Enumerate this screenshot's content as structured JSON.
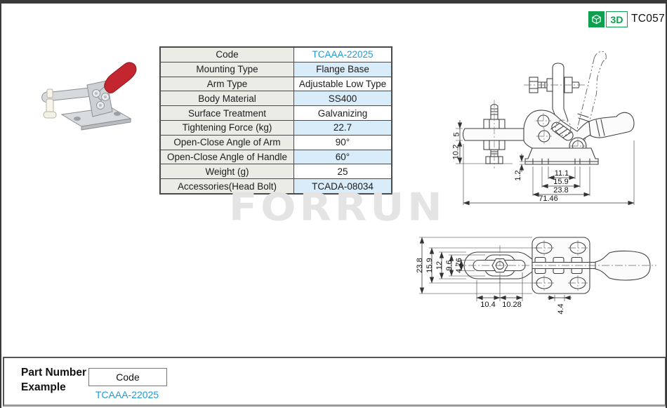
{
  "header": {
    "model": "TC057",
    "badge_3d": "3D"
  },
  "watermark": "FORRUN",
  "spec_table": {
    "rows": [
      {
        "label": "Code",
        "value": "TCAAA-22025",
        "blue": true
      },
      {
        "label": "Mounting Type",
        "value": "Flange Base"
      },
      {
        "label": "Arm Type",
        "value": "Adjustable Low Type"
      },
      {
        "label": "Body Material",
        "value": "SS400"
      },
      {
        "label": "Surface Treatment",
        "value": "Galvanizing"
      },
      {
        "label": "Tightening Force (kg)",
        "value": "22.7"
      },
      {
        "label": "Open-Close Angle of Arm",
        "value": "90°"
      },
      {
        "label": "Open-Close  Angle of Handle",
        "value": "60°"
      },
      {
        "label": "Weight (g)",
        "value": "25"
      },
      {
        "label": "Accessories(Head Bolt)",
        "value": "TCADA-08034"
      }
    ]
  },
  "drawings": {
    "side_view": {
      "d5": "5",
      "d10_2": "10.2",
      "d1_2": "1.2",
      "d11_1": "11.1",
      "d15_9": "15.9",
      "d23_8": "23.8",
      "d71_46": "71.46"
    },
    "top_view": {
      "d23_8": "23.8",
      "d15_9": "15.9",
      "d12": "12",
      "d9_6": "9.6",
      "d4_76": "4.76",
      "d10_4": "10.4",
      "d10_28": "10.28",
      "d4_4": "4.4"
    }
  },
  "part_number": {
    "title_line1": "Part Number",
    "title_line2": "Example",
    "box_label": "Code",
    "example_code": "TCAAA-22025"
  },
  "colors": {
    "accent_blue": "#1e9cd7",
    "green": "#0ca04f",
    "row_blue": "#d9ecf9",
    "label_gray": "#ebece6"
  }
}
